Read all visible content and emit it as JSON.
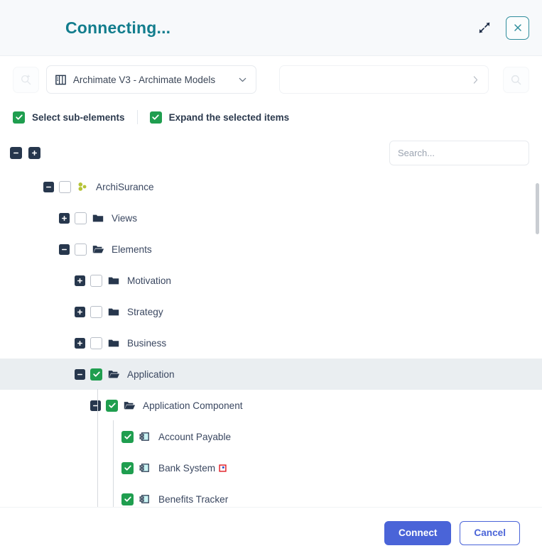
{
  "header": {
    "title": "Connecting...",
    "expand_icon": "expand-diagonal-icon",
    "close_icon": "close-icon"
  },
  "toolbar": {
    "search_plus_icon": "search-plus-icon",
    "model_select": {
      "icon": "table-grid-icon",
      "value": "Archimate V3 - Archimate Models",
      "chevron": "chevron-down-icon"
    },
    "path_field": {
      "value": "",
      "placeholder": "",
      "chevron": "chevron-right-icon"
    },
    "search_button_icon": "search-icon"
  },
  "options": [
    {
      "label": "Select sub-elements",
      "checked": true
    },
    {
      "label": "Expand the selected items",
      "checked": true
    }
  ],
  "tree_controls": {
    "collapse_all_icon": "minus-square-icon",
    "expand_all_icon": "plus-square-icon",
    "search": {
      "value": "",
      "placeholder": "Search...",
      "icon": "search-icon"
    }
  },
  "tree": [
    {
      "label": "ArchiSurance",
      "depth": 0,
      "toggle": "minus",
      "checkbox": "off",
      "icon": "model-nodes-icon",
      "selected": false
    },
    {
      "label": "Views",
      "depth": 1,
      "toggle": "plus",
      "checkbox": "off",
      "icon": "folder-closed-icon",
      "selected": false
    },
    {
      "label": "Elements",
      "depth": 1,
      "toggle": "minus",
      "checkbox": "off",
      "icon": "folder-open-icon",
      "selected": false
    },
    {
      "label": "Motivation",
      "depth": 2,
      "toggle": "plus",
      "checkbox": "off",
      "icon": "folder-closed-icon",
      "selected": false
    },
    {
      "label": "Strategy",
      "depth": 2,
      "toggle": "plus",
      "checkbox": "off",
      "icon": "folder-closed-icon",
      "selected": false
    },
    {
      "label": "Business",
      "depth": 2,
      "toggle": "plus",
      "checkbox": "off",
      "icon": "folder-closed-icon",
      "selected": false
    },
    {
      "label": "Application",
      "depth": 2,
      "toggle": "minus",
      "checkbox": "on",
      "icon": "folder-open-icon",
      "selected": true
    },
    {
      "label": "Application Component",
      "depth": 3,
      "toggle": "minus",
      "checkbox": "on",
      "icon": "folder-open-icon",
      "selected": false
    },
    {
      "label": "Account Payable",
      "depth": 4,
      "toggle": "none",
      "checkbox": "on",
      "icon": "application-component-icon",
      "selected": false
    },
    {
      "label": "Bank System",
      "depth": 4,
      "toggle": "none",
      "checkbox": "on",
      "icon": "application-component-icon",
      "badge": "view-reference-badge-icon",
      "selected": false
    },
    {
      "label": "Benefits Tracker",
      "depth": 4,
      "toggle": "none",
      "checkbox": "on",
      "icon": "application-component-icon",
      "selected": false
    }
  ],
  "footer": {
    "connect_label": "Connect",
    "cancel_label": "Cancel"
  },
  "colors": {
    "title_teal": "#127d8d",
    "checkbox_green": "#1f9e4f",
    "primary_blue": "#4a64d8",
    "navy": "#27374d",
    "model_icon_green": "#b5c337",
    "header_bg": "#f7f9fb",
    "selected_row_bg": "#eaeef1"
  }
}
